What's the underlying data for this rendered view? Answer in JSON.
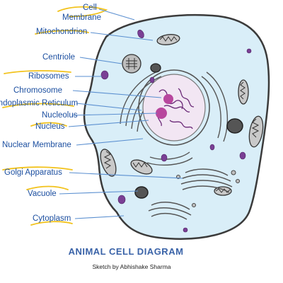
{
  "labels": {
    "cell_membrane_line1": "Cell",
    "cell_membrane_line2": "Membrane",
    "mitochondrion": "Mitochondrion",
    "centriole": "Centriole",
    "ribosomes": "Ribosomes",
    "chromosome": "Chromosome",
    "endoplasmic_reticulum": "Endoplasmic Reticulum",
    "nucleolus": "Nucleolus",
    "nucleus": "Nucleus",
    "nuclear_membrane": "Nuclear Membrane",
    "golgi_apparatus": "Golgi Apparatus",
    "vacuole": "Vacuole",
    "cytoplasm": "Cytoplasm"
  },
  "title": "ANIMAL CELL DIAGRAM",
  "credit": "Sketch by Abhishake Sharma",
  "colors": {
    "cytoplasm_fill": "#d9eef8",
    "nucleus_fill": "#f2e6f3",
    "nucleolus_fill": "#b8479e",
    "highlight": "#f2c21b",
    "label_color": "#1c4fa0",
    "pointer_line": "#5a8fd0",
    "outline": "#3b3b3b"
  }
}
